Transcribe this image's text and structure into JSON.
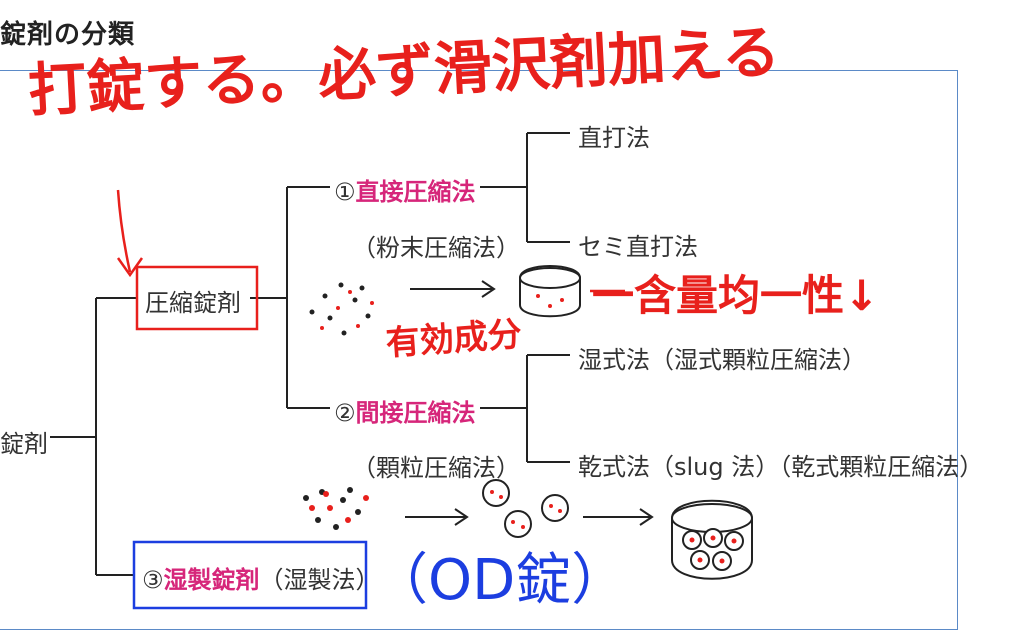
{
  "heading": "錠剤の分類",
  "tree": {
    "root": "錠剤",
    "compressed": "圧縮錠剤",
    "direct": {
      "num": "①",
      "name": "直接圧縮法",
      "sub": "（粉末圧縮法）"
    },
    "indirect": {
      "num": "②",
      "name": "間接圧縮法",
      "sub": "（顆粒圧縮法）"
    },
    "molded": {
      "num": "③",
      "name": "湿製錠剤",
      "sub": "（湿製法）"
    },
    "leaves": {
      "direct_1": "直打法",
      "direct_2": "セミ直打法",
      "indirect_1": "湿式法（湿式顆粒圧縮法）",
      "indirect_2": "乾式法（slug 法）（乾式顆粒圧縮法）"
    }
  },
  "annotations": {
    "top": "打錠する。必ず滑沢剤加える",
    "uniformity": "一含量均一性↓",
    "active": "有効成分",
    "od": "（OD錠）"
  },
  "colors": {
    "pink": "#d6267a",
    "red_ink": "#e8201c",
    "blue_ink": "#1c3ee0",
    "frame": "#5b8ac7"
  }
}
